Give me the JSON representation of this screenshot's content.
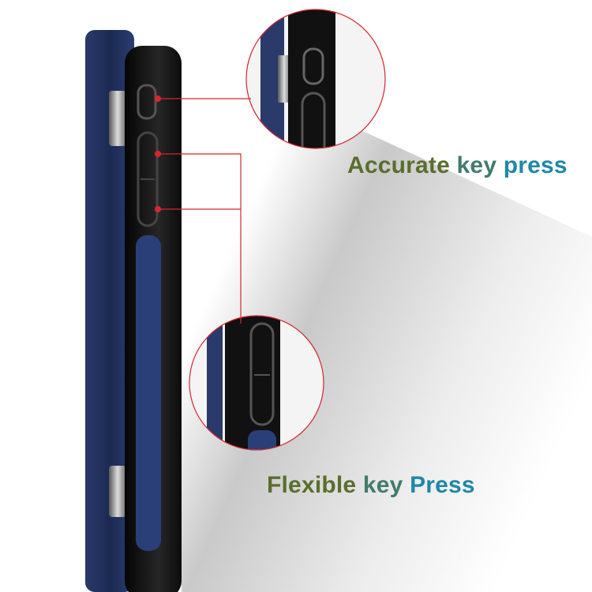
{
  "captions": {
    "top": {
      "word1": "Accurate",
      "word2": "key",
      "word3": "press"
    },
    "bottom": {
      "word1": "Flexible",
      "word2": "key",
      "word3": "Press"
    }
  },
  "colors": {
    "callout_line": "#d6262e",
    "leather": "#1f2f5a",
    "bumper": "#151515",
    "text_green": "#5a6e2c",
    "text_teal": "#1f87a8"
  }
}
